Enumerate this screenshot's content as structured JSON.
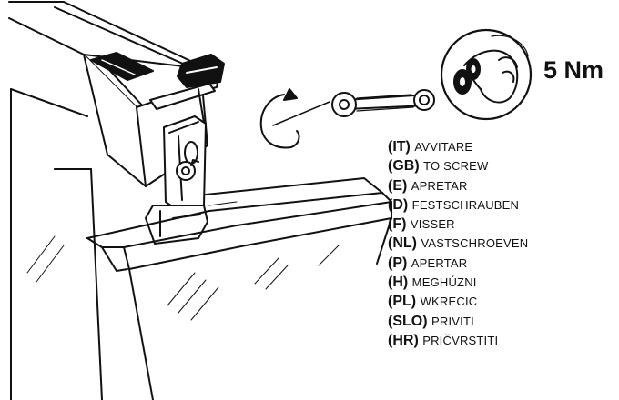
{
  "torque": "5 Nm",
  "instructions": [
    {
      "code": "(IT)",
      "text": "AVVITARE"
    },
    {
      "code": "(GB)",
      "text": "TO SCREW"
    },
    {
      "code": "(E)",
      "text": "APRETAR"
    },
    {
      "code": "(D)",
      "text": "FESTSCHRAUBEN"
    },
    {
      "code": "(F)",
      "text": "VISSER"
    },
    {
      "code": "(NL)",
      "text": "VASTSCHROEVEN"
    },
    {
      "code": "(P)",
      "text": "APERTAR"
    },
    {
      "code": "(H)",
      "text": "MEGHÚZNI"
    },
    {
      "code": "(PL)",
      "text": "WKRECIC"
    },
    {
      "code": "(SLO)",
      "text": "PRIVITI"
    },
    {
      "code": "(HR)",
      "text": "PRIČVRSTITI"
    }
  ],
  "icons": [
    "roof-rack-foot-illustration",
    "rotation-arrow-icon",
    "wrench-icon",
    "hand-tighten-icon"
  ],
  "colors": {
    "ink": "#111111",
    "background": "#ffffff"
  }
}
